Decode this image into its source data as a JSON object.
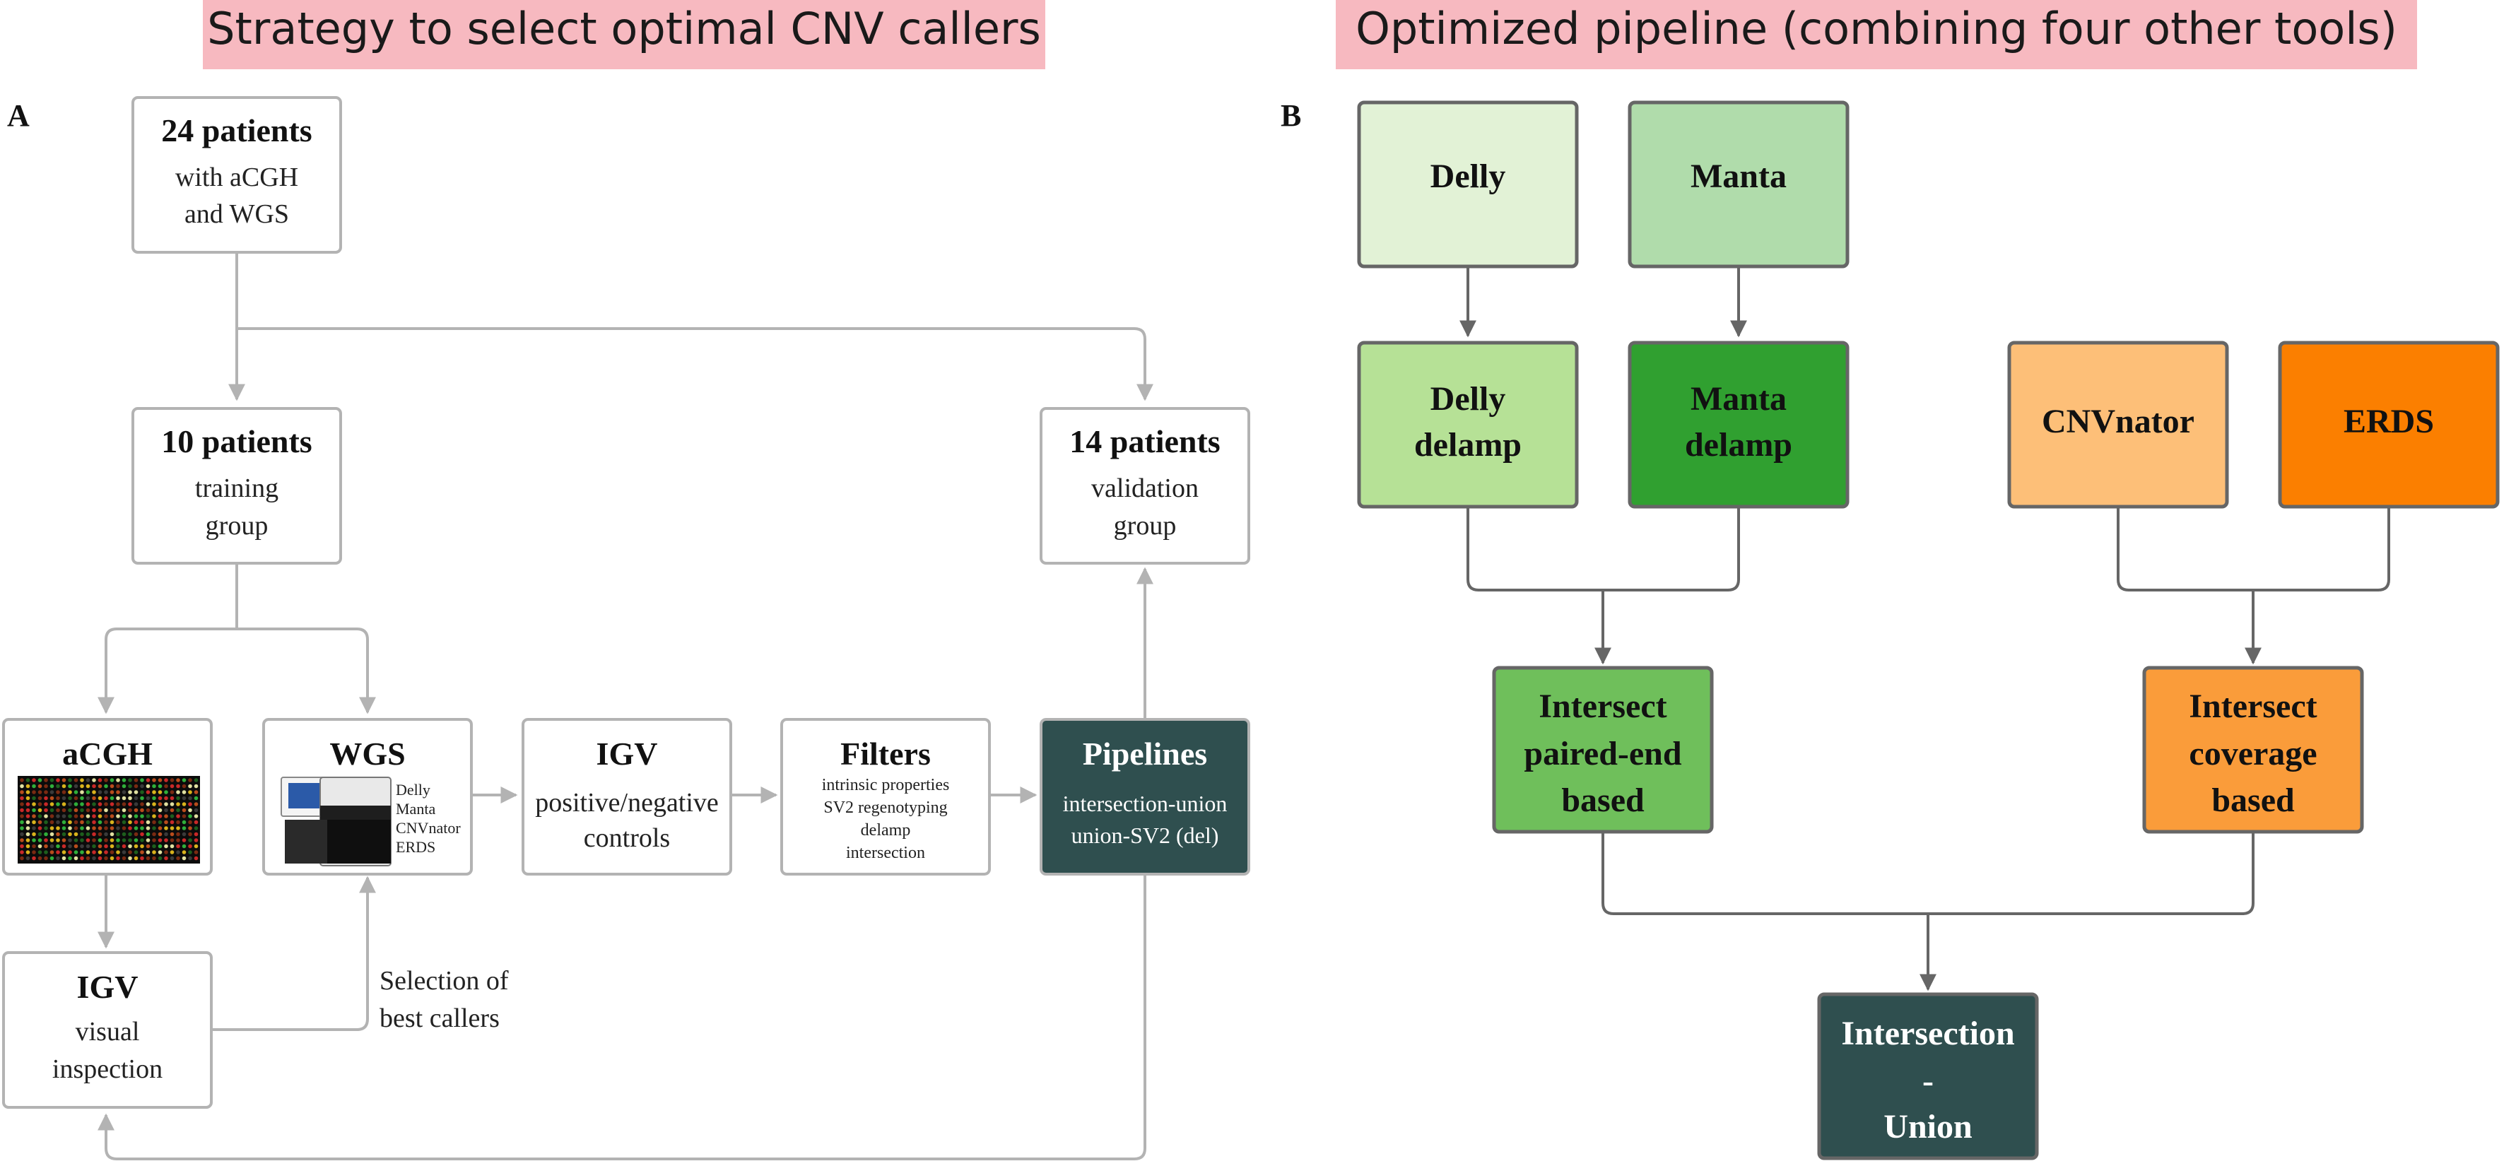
{
  "panel_a": {
    "banner": "Strategy to select optimal CNV callers",
    "label": "A",
    "boxes": {
      "patients24": {
        "title": "24 patients",
        "line1": "with aCGH",
        "line2": "and WGS"
      },
      "patients10": {
        "title": "10 patients",
        "line1": "training",
        "line2": "group"
      },
      "patients14": {
        "title": "14 patients",
        "line1": "validation",
        "line2": "group"
      },
      "acgh": {
        "title": "aCGH"
      },
      "wgs": {
        "title": "WGS",
        "callers": [
          "Delly",
          "Manta",
          "CNVnator",
          "ERDS"
        ]
      },
      "igv_controls": {
        "title": "IGV",
        "line1": "positive/negative",
        "line2": "controls"
      },
      "filters": {
        "title": "Filters",
        "items": [
          "intrinsic properties",
          "SV2 regenotyping",
          "delamp",
          "intersection"
        ]
      },
      "pipelines": {
        "title": "Pipelines",
        "line1": "intersection-union",
        "line2": "union-SV2 (del)"
      },
      "igv_visual": {
        "title": "IGV",
        "line1": "visual",
        "line2": "inspection"
      }
    },
    "selection_note": {
      "line1": "Selection of",
      "line2": "best callers"
    }
  },
  "panel_b": {
    "banner": "Optimized pipeline (combining four other tools)",
    "label": "B",
    "boxes": {
      "delly": {
        "line1": "Delly"
      },
      "manta": {
        "line1": "Manta"
      },
      "delly_delamp": {
        "line1": "Delly",
        "line2": "delamp"
      },
      "manta_delamp": {
        "line1": "Manta",
        "line2": "delamp"
      },
      "cnvnator": {
        "line1": "CNVnator"
      },
      "erds": {
        "line1": "ERDS"
      },
      "intersect_pe": {
        "line1": "Intersect",
        "line2": "paired-end",
        "line3": "based"
      },
      "intersect_cov": {
        "line1": "Intersect",
        "line2": "coverage",
        "line3": "based"
      },
      "final": {
        "line1": "Intersection",
        "line2": "-",
        "line3": "Union"
      }
    }
  },
  "colors": {
    "banner_bg": "#f7b9c0",
    "dark_teal": "#2f4f4f",
    "delly": "#e2f2d6",
    "manta": "#b0dcab",
    "delly_delamp": "#b6e196",
    "manta_delamp": "#30a030",
    "intersect_pe": "#6fbf5b",
    "cnvnator": "#fdbf78",
    "erds": "#fb7f00",
    "intersect_cov": "#fa9c3a"
  }
}
